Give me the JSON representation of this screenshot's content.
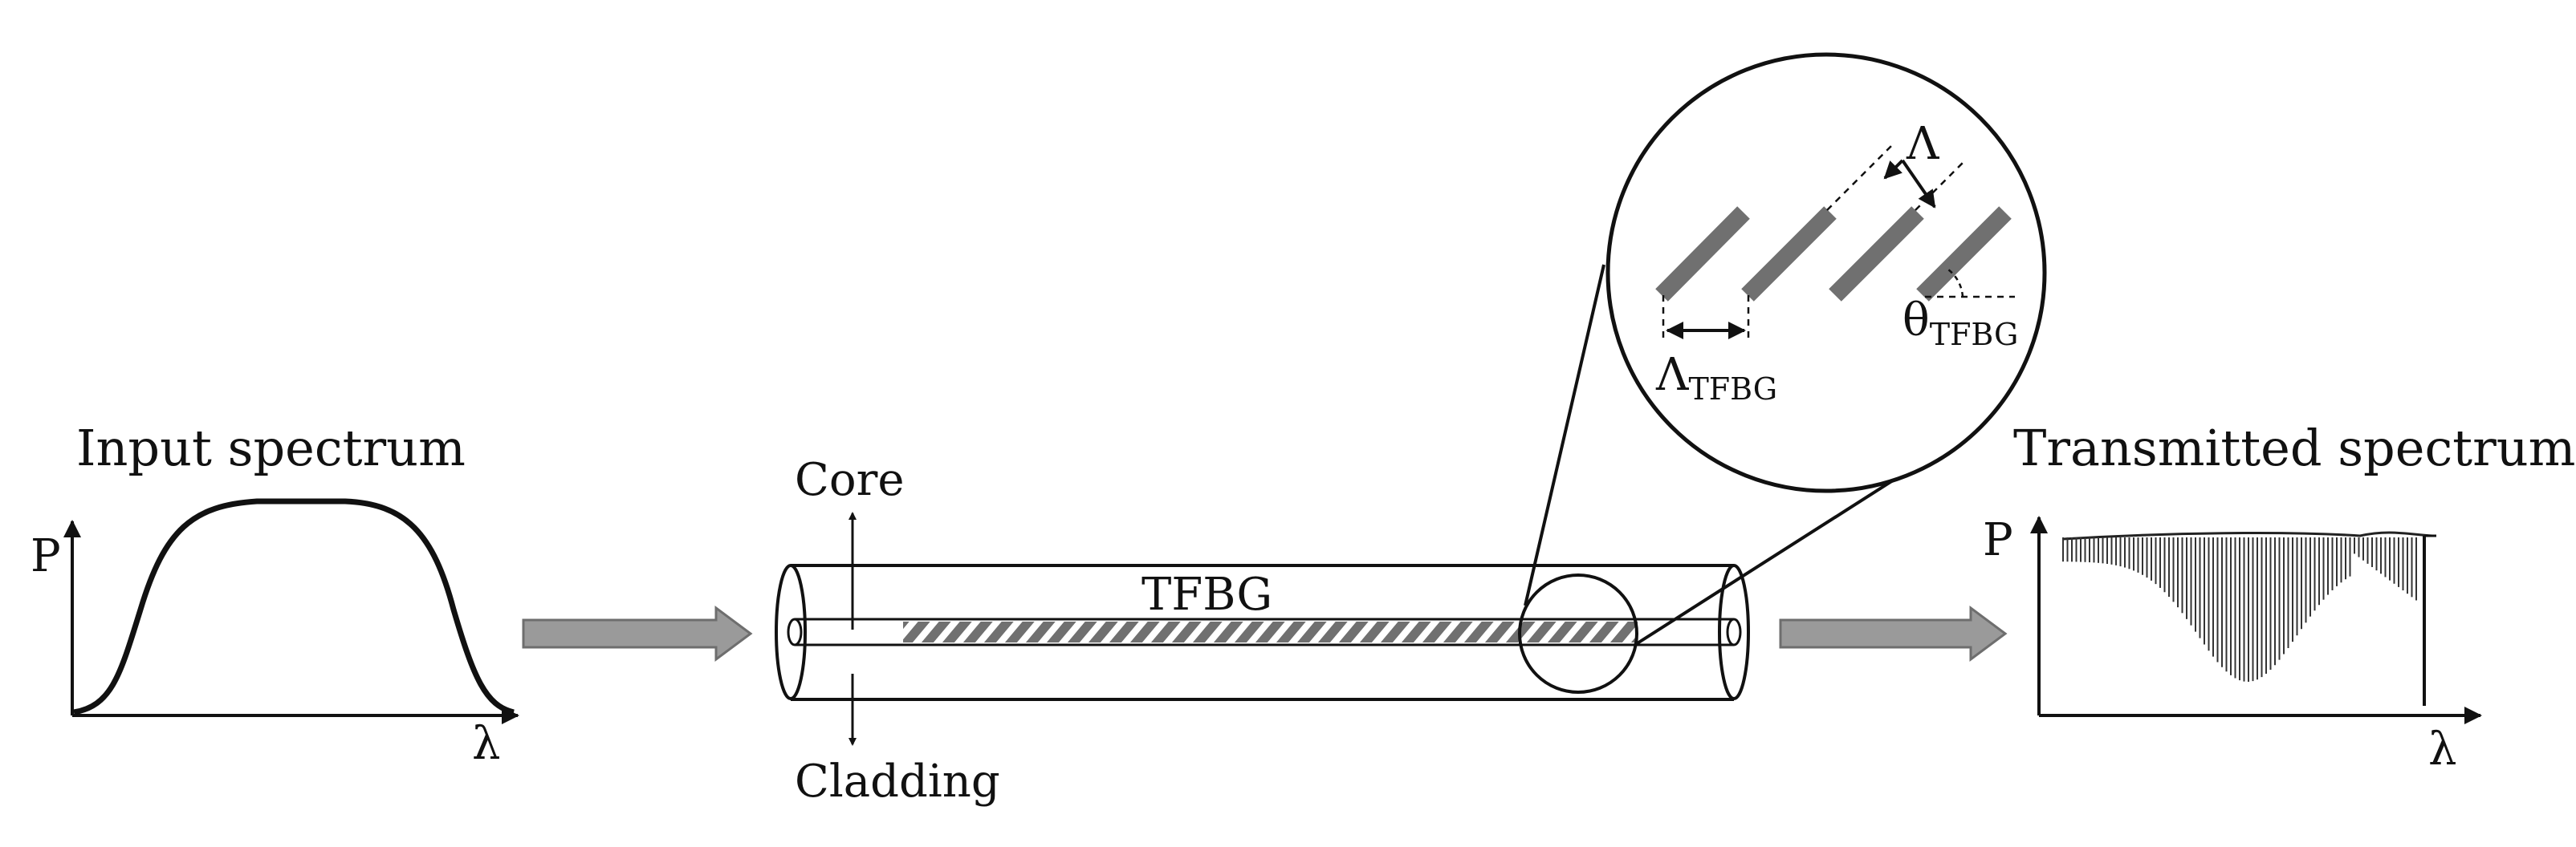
{
  "colors": {
    "line": "#111111",
    "arrow_fill": "#9a9a9a",
    "arrow_stroke": "#6e6e6e",
    "grating": "#707070",
    "spectrum": "#222222"
  },
  "input": {
    "title": "Input spectrum",
    "y_axis": "P",
    "x_axis": "λ"
  },
  "fiber": {
    "core_label": "Core",
    "cladding_label": "Cladding",
    "grating_label": "TFBG"
  },
  "zoom": {
    "period_label": "Λ",
    "tfbg_period_main": "Λ",
    "tfbg_period_sub": "TFBG",
    "angle_main": "θ",
    "angle_sub": "TFBG"
  },
  "output": {
    "title": "Transmitted spectrum",
    "y_axis": "P",
    "x_axis": "λ"
  }
}
